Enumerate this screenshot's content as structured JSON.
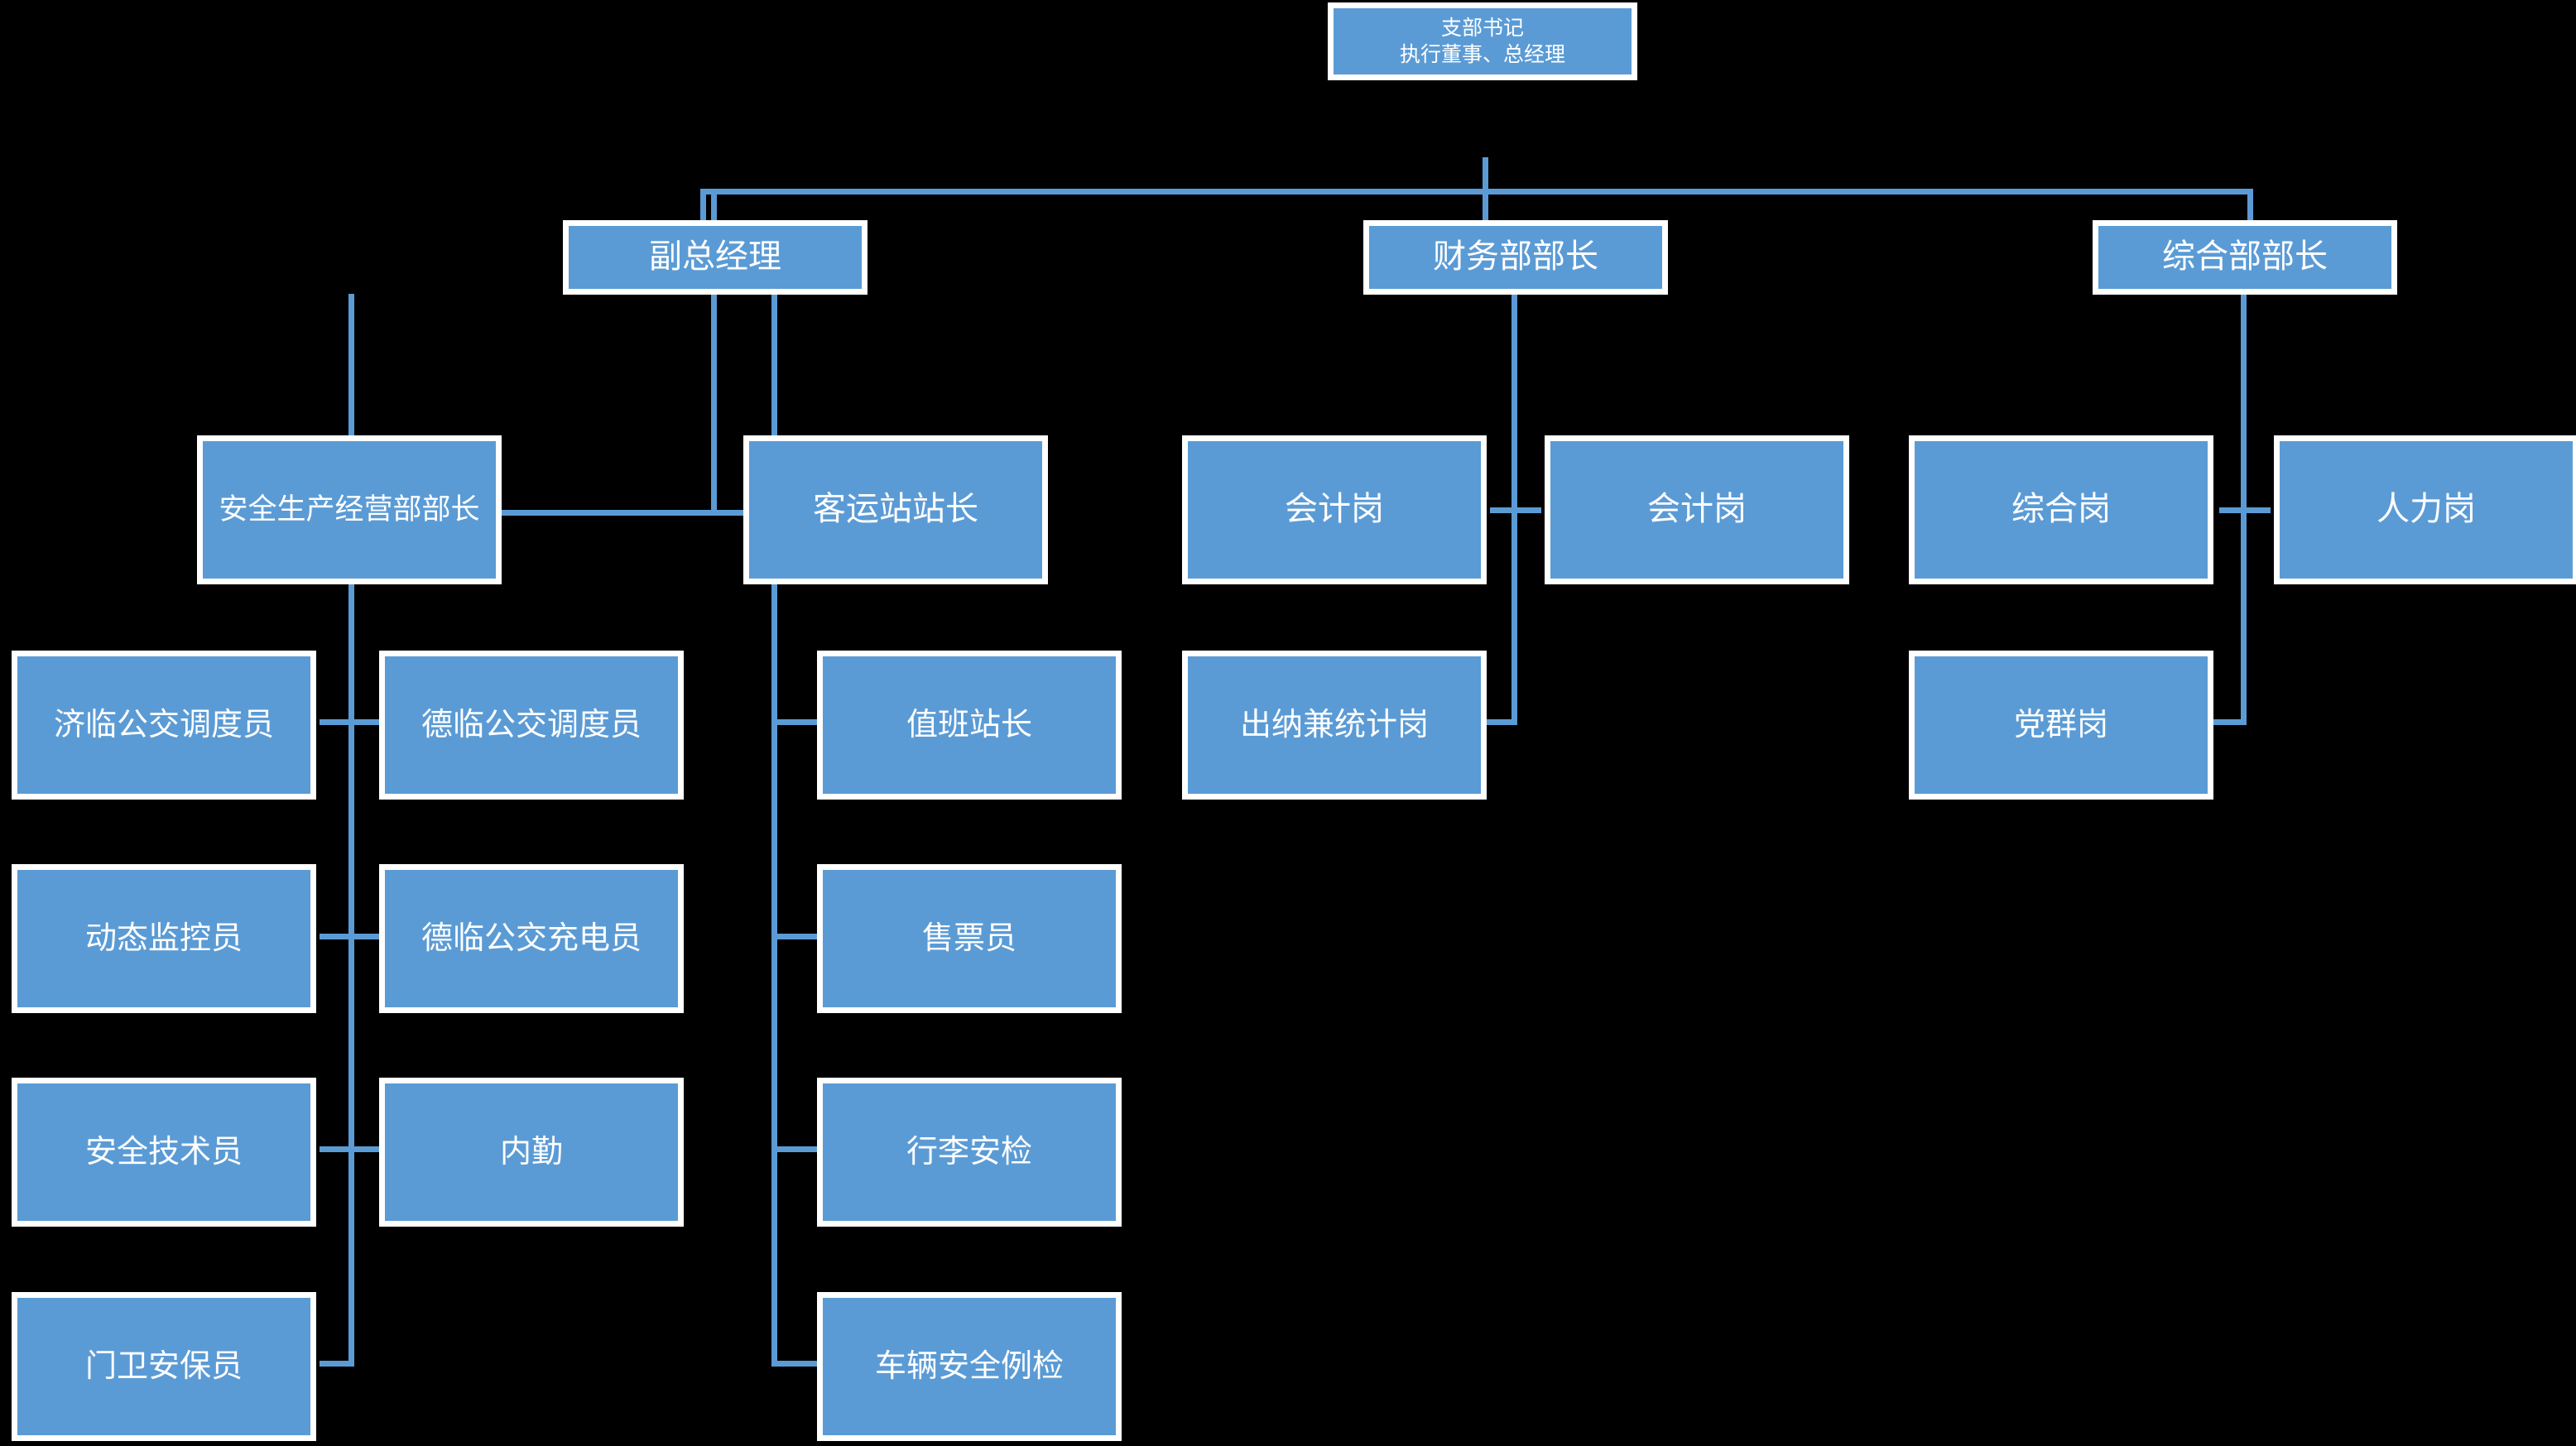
{
  "chart_data": {
    "type": "diagram",
    "diagram_type": "organization-chart",
    "title": "",
    "orientation": "top-down",
    "colors": {
      "background": "#000000",
      "node_fill": "#5B9BD5",
      "node_border": "#FFFFFF",
      "connector": "#5B9BD5",
      "node_text": "#FFFFFF"
    },
    "levels": 4,
    "node_count": 22,
    "nodes": [
      {
        "id": "root",
        "label": "支部书记\n执行董事、总经理",
        "level": 1,
        "parent": null
      },
      {
        "id": "vgm",
        "label": "副总经理",
        "level": 2,
        "parent": "root"
      },
      {
        "id": "fin_head",
        "label": "财务部部长",
        "level": 2,
        "parent": "root"
      },
      {
        "id": "adm_head",
        "label": "综合部部长",
        "level": 2,
        "parent": "root"
      },
      {
        "id": "safety_head",
        "label": "安全生产经营部部长",
        "level": 3,
        "parent": "vgm"
      },
      {
        "id": "station_head",
        "label": "客运站站长",
        "level": 3,
        "parent": "vgm"
      },
      {
        "id": "acct_1",
        "label": "会计岗",
        "level": 3,
        "parent": "fin_head"
      },
      {
        "id": "acct_2",
        "label": "会计岗",
        "level": 3,
        "parent": "fin_head"
      },
      {
        "id": "cashier",
        "label": "出纳兼统计岗",
        "level": 3,
        "parent": "fin_head"
      },
      {
        "id": "general_post",
        "label": "综合岗",
        "level": 3,
        "parent": "adm_head"
      },
      {
        "id": "hr_post",
        "label": "人力岗",
        "level": 3,
        "parent": "adm_head"
      },
      {
        "id": "party_post",
        "label": "党群岗",
        "level": 3,
        "parent": "adm_head"
      },
      {
        "id": "jl_disp",
        "label": "济临公交调度员",
        "level": 4,
        "parent": "safety_head"
      },
      {
        "id": "dl_disp",
        "label": "德临公交调度员",
        "level": 4,
        "parent": "safety_head"
      },
      {
        "id": "monitor",
        "label": "动态监控员",
        "level": 4,
        "parent": "safety_head"
      },
      {
        "id": "dl_charge",
        "label": "德临公交充电员",
        "level": 4,
        "parent": "safety_head"
      },
      {
        "id": "safety_tech",
        "label": "安全技术员",
        "level": 4,
        "parent": "safety_head"
      },
      {
        "id": "office_clerk",
        "label": "内勤",
        "level": 4,
        "parent": "safety_head"
      },
      {
        "id": "guard",
        "label": "门卫安保员",
        "level": 4,
        "parent": "safety_head"
      },
      {
        "id": "duty_chief",
        "label": "值班站长",
        "level": 4,
        "parent": "station_head"
      },
      {
        "id": "ticket",
        "label": "售票员",
        "level": 4,
        "parent": "station_head"
      },
      {
        "id": "baggage",
        "label": "行李安检",
        "level": 4,
        "parent": "station_head"
      },
      {
        "id": "vehicle_chk",
        "label": "车辆安全例检",
        "level": 4,
        "parent": "station_head"
      }
    ]
  },
  "nodes": {
    "root": {
      "line1": "支部书记",
      "line2": "执行董事、总经理",
      "label": "支部书记\n执行董事、总经理"
    },
    "vgm": {
      "label": "副总经理"
    },
    "fin_head": {
      "label": "财务部部长"
    },
    "adm_head": {
      "label": "综合部部长"
    },
    "safety_head": {
      "label": "安全生产经营部部长"
    },
    "station_head": {
      "label": "客运站站长"
    },
    "acct_1": {
      "label": "会计岗"
    },
    "acct_2": {
      "label": "会计岗"
    },
    "cashier": {
      "label": "出纳兼统计岗"
    },
    "general_post": {
      "label": "综合岗"
    },
    "hr_post": {
      "label": "人力岗"
    },
    "party_post": {
      "label": "党群岗"
    },
    "jl_disp": {
      "label": "济临公交调度员"
    },
    "dl_disp": {
      "label": "德临公交调度员"
    },
    "monitor": {
      "label": "动态监控员"
    },
    "dl_charge": {
      "label": "德临公交充电员"
    },
    "safety_tech": {
      "label": "安全技术员"
    },
    "office_clerk": {
      "label": "内勤"
    },
    "guard": {
      "label": "门卫安保员"
    },
    "duty_chief": {
      "label": "值班站长"
    },
    "ticket": {
      "label": "售票员"
    },
    "baggage": {
      "label": "行李安检"
    },
    "vehicle_chk": {
      "label": "车辆安全例检"
    }
  }
}
